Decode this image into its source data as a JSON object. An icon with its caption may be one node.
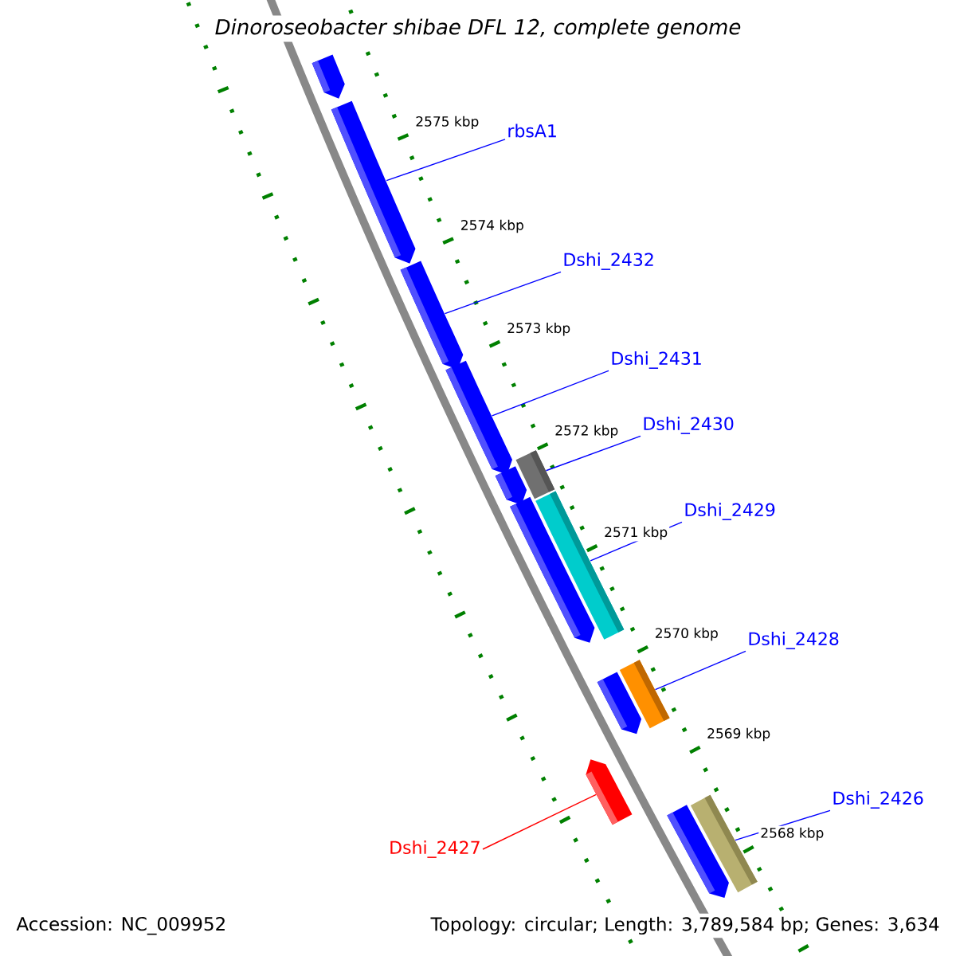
{
  "diagram": {
    "title": "Dinoroseobacter shibae DFL 12, complete genome",
    "nodes": [
      {
        "text": [],
        "shape": "bar"
      },
      {
        "text": [
          "rbsA1"
        ]
      },
      {
        "text": [],
        "shape": "bar"
      },
      {
        "text": [
          "Dshi_2432"
        ]
      },
      {
        "text": [],
        "shape": "bar"
      },
      {
        "text": [
          "Dshi_2431"
        ]
      },
      {
        "text": [],
        "shape": "bar"
      },
      {
        "text": [
          "Dshi_2430"
        ]
      },
      {
        "text": [],
        "shape": "bar"
      },
      {
        "text": [],
        "shape": "bar"
      },
      {
        "text": [
          "Dshi_2429"
        ]
      },
      {
        "text": [],
        "shape": "bar"
      },
      {
        "text": [],
        "shape": "bar"
      },
      {
        "text": [
          "Dshi_2428"
        ]
      },
      {
        "text": [],
        "shape": "bar"
      },
      {
        "text": [],
        "shape": "bar"
      },
      {
        "text": [
          "Dshi_2427"
        ]
      },
      {
        "text": [],
        "shape": "bar"
      },
      {
        "text": [],
        "shape": "bar"
      },
      {
        "text": [
          "Dshi_2426"
        ]
      },
      {
        "text": [],
        "shape": "bar"
      }
    ],
    "edges": [
      {
        "from": 1,
        "to": 2,
        "arrow": "none"
      },
      {
        "from": 3,
        "to": 4,
        "arrow": "none"
      },
      {
        "from": 5,
        "to": 6,
        "arrow": "none"
      },
      {
        "from": 7,
        "to": 8,
        "arrow": "none"
      },
      {
        "from": 10,
        "to": 11,
        "arrow": "none"
      },
      {
        "from": 13,
        "to": 14,
        "arrow": "none"
      },
      {
        "from": 16,
        "to": 17,
        "arrow": "none",
        "color": "#ff0000"
      },
      {
        "from": 19,
        "to": 20,
        "arrow": "none"
      }
    ],
    "labels": [
      "2575 kbp",
      "2574 kbp",
      "2573 kbp",
      "2572 kbp",
      "2571 kbp",
      "2570 kbp",
      "2569 kbp",
      "2568 kbp",
      "Accession: NC_009952",
      "Topology: circular; Length: 3,789,584 bp; Genes: 3,634"
    ]
  }
}
